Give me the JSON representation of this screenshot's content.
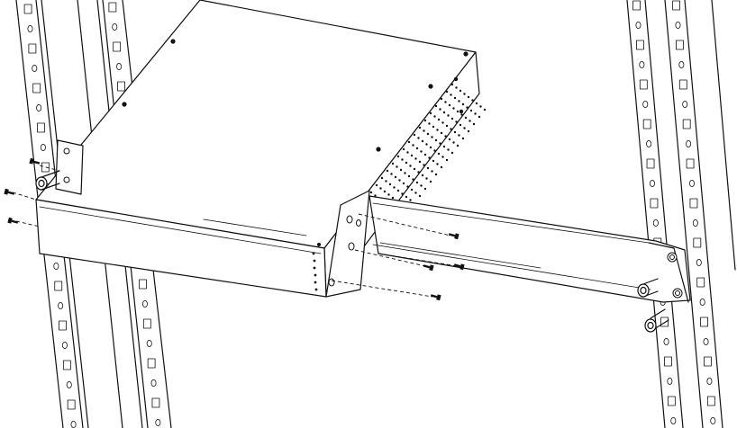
{
  "figure": {
    "components": [
      "rack-rails",
      "device-chassis",
      "front-mounting-ear",
      "rear-support-bracket",
      "screws"
    ],
    "colors": {
      "line": "#111111",
      "background": "#ffffff"
    }
  }
}
